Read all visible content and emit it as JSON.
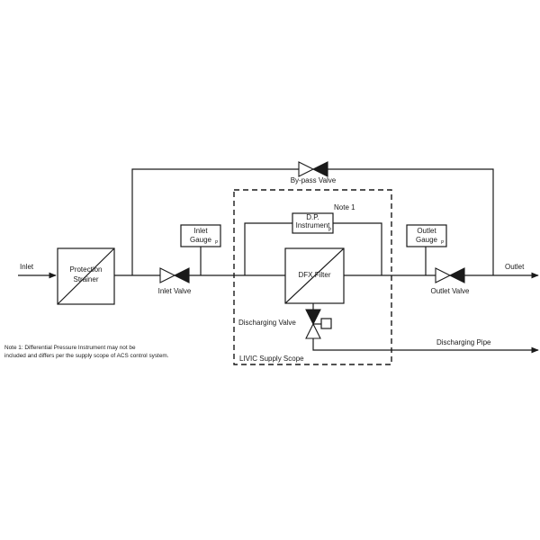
{
  "diagram": {
    "inlet": "Inlet",
    "outlet": "Outlet",
    "protection_strainer": {
      "line1": "Protection",
      "line2": "Strainer"
    },
    "inlet_valve": "Inlet Valve",
    "inlet_gauge": {
      "line1": "Inlet",
      "line2": "Gauge",
      "symbol": "P"
    },
    "bypass_valve": "By-pass Valve",
    "note_ref": "Note 1",
    "dp_instrument": {
      "line1": "D.P.",
      "line2": "Instrument",
      "symbol": "P"
    },
    "dfx_filter": "DFX Filter",
    "outlet_gauge": {
      "line1": "Outlet",
      "line2": "Gauge",
      "symbol": "P"
    },
    "outlet_valve": "Outlet Valve",
    "discharging_valve": "Discharging Valve",
    "discharging_pipe": "Discharging Pipe",
    "supply_scope": "LIVIC Supply Scope",
    "note": {
      "line1": "Note 1: Differential Pressure Instrument may not be",
      "line2": "included and differs per the supply scope of ACS control system."
    }
  }
}
